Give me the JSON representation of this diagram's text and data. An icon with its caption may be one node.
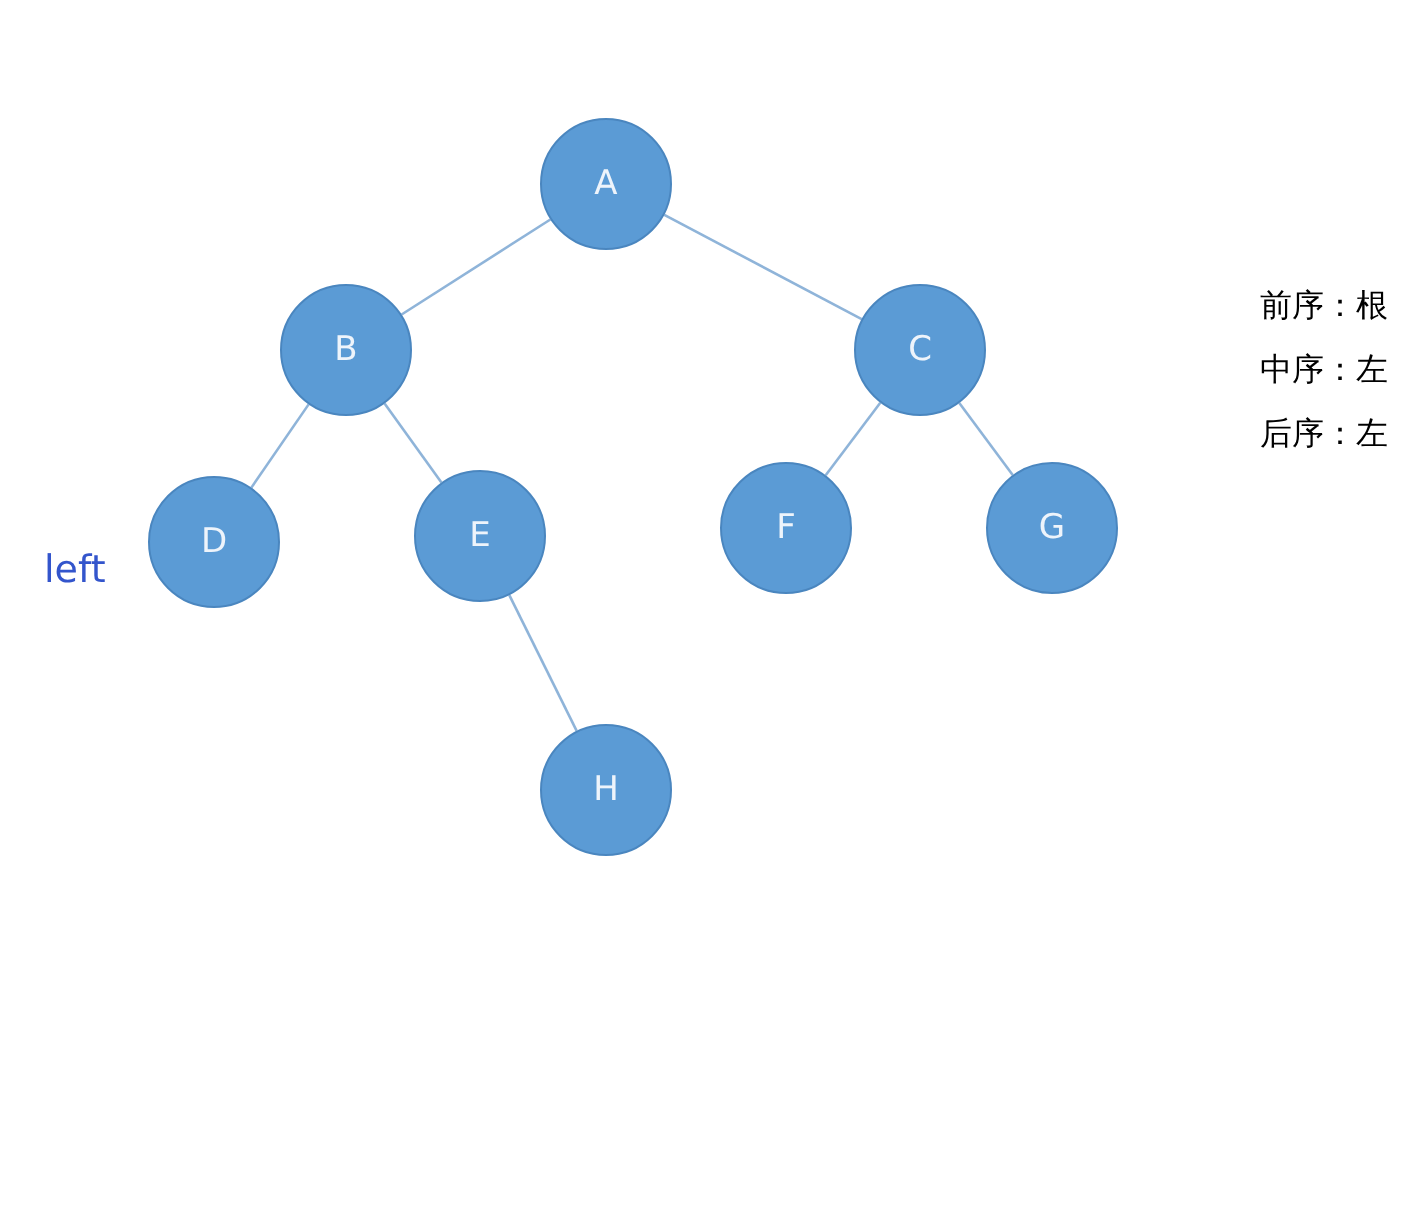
{
  "diagram": {
    "nodes": [
      {
        "text": [
          "A"
        ]
      },
      {
        "text": [
          "B"
        ]
      },
      {
        "text": [
          "C"
        ]
      },
      {
        "text": [
          "D"
        ]
      },
      {
        "text": [
          "E"
        ]
      },
      {
        "text": [
          "F"
        ]
      },
      {
        "text": [
          "G"
        ]
      },
      {
        "text": [
          "H"
        ]
      }
    ],
    "edges": [
      {
        "from": 0,
        "to": 1,
        "arrow": "none"
      },
      {
        "from": 0,
        "to": 2,
        "arrow": "none"
      },
      {
        "from": 1,
        "to": 3,
        "arrow": "none"
      },
      {
        "from": 1,
        "to": 4,
        "arrow": "none"
      },
      {
        "from": 2,
        "to": 5,
        "arrow": "none"
      },
      {
        "from": 2,
        "to": 6,
        "arrow": "none"
      },
      {
        "from": 4,
        "to": 7,
        "arrow": "none"
      }
    ],
    "labels": [
      "left",
      "前序：根",
      "中序：左",
      "后序：左"
    ]
  }
}
